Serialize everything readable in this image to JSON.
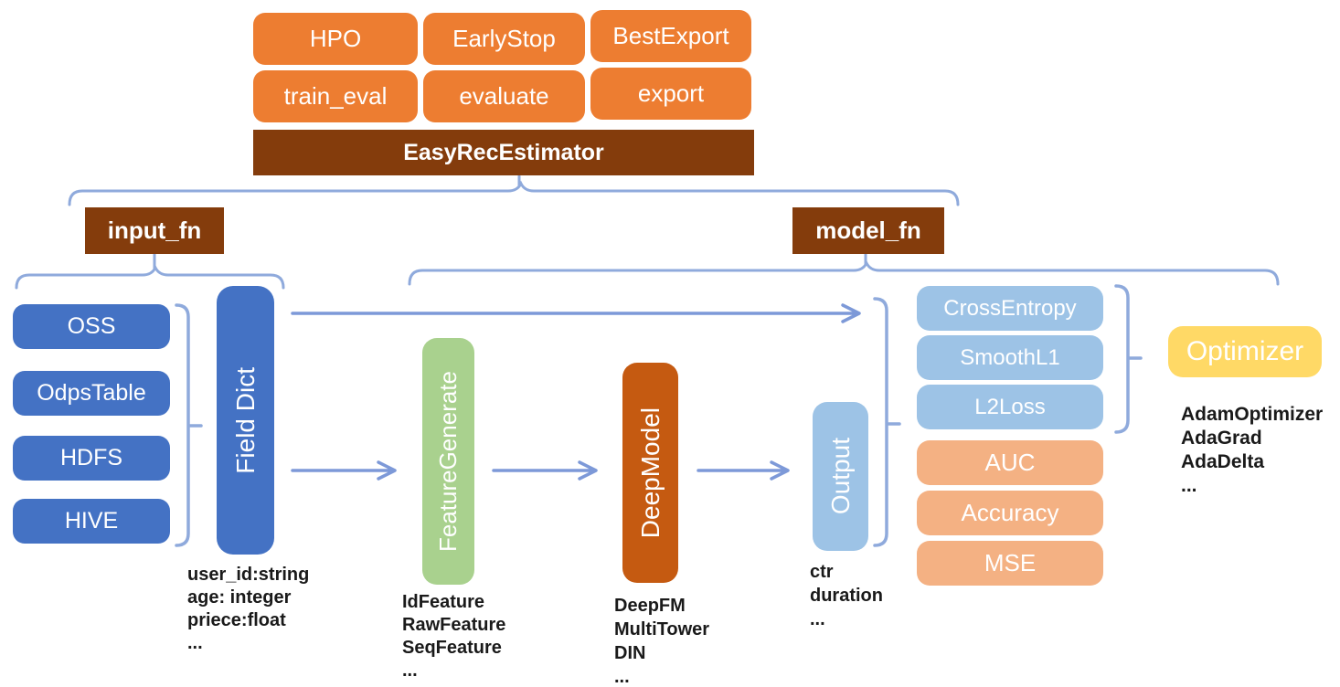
{
  "estimator": {
    "title": "EasyRecEstimator",
    "row1": [
      "HPO",
      "EarlyStop",
      "BestExport"
    ],
    "row2": [
      "train_eval",
      "evaluate",
      "export"
    ]
  },
  "branches": {
    "input_fn": "input_fn",
    "model_fn": "model_fn"
  },
  "input": {
    "sources": [
      "OSS",
      "OdpsTable",
      "HDFS",
      "HIVE"
    ],
    "field_dict": "Field Dict",
    "field_examples": [
      "user_id:string",
      "age: integer",
      "priece:float",
      "..."
    ]
  },
  "pipeline": {
    "feature_generate": "FeatureGenerate",
    "feature_examples": [
      "IdFeature",
      "RawFeature",
      "SeqFeature",
      "..."
    ],
    "deep_model": "DeepModel",
    "model_examples": [
      "DeepFM",
      "MultiTower",
      "DIN",
      "..."
    ],
    "output": "Output",
    "output_examples": [
      "ctr",
      "duration",
      "..."
    ]
  },
  "losses": [
    "CrossEntropy",
    "SmoothL1",
    "L2Loss"
  ],
  "metrics": [
    "AUC",
    "Accuracy",
    "MSE"
  ],
  "optimizer": {
    "label": "Optimizer",
    "examples": [
      "AdamOptimizer",
      "AdaGrad",
      "AdaDelta",
      "..."
    ]
  },
  "colors": {
    "orange": "#ED7D31",
    "dark_brown": "#843C0C",
    "blue": "#4472C4",
    "light_blue": "#9DC3E6",
    "green": "#A9D18E",
    "deep_orange": "#C55A11",
    "peach": "#F4B183",
    "yellow": "#FFD966",
    "connector": "#8FAADC",
    "arrow": "#7D99D8"
  }
}
